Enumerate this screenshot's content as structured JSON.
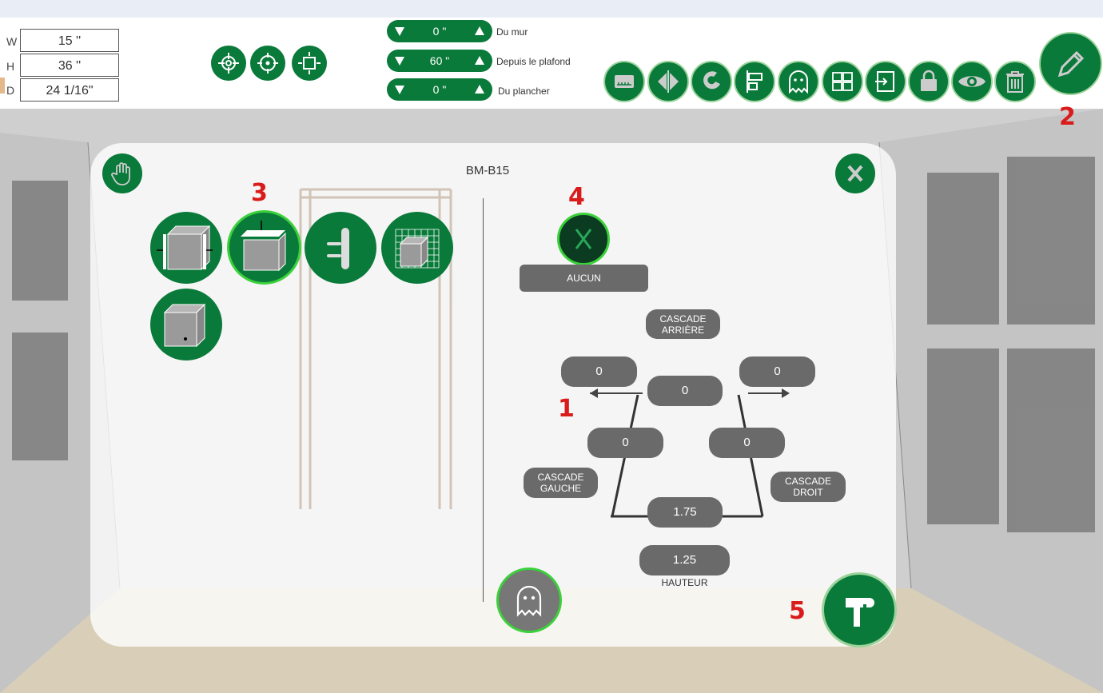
{
  "dimensions": {
    "w_label": "W",
    "w_value": "15 ''",
    "h_label": "H",
    "h_value": "36 ''",
    "d_label": "D",
    "d_value": "24 1/16\""
  },
  "position_controls": [
    {
      "value": "0 \"",
      "label": "Du mur"
    },
    {
      "value": "60 \"",
      "label": "Depuis le plafond"
    },
    {
      "value": "0 \"",
      "label": "Du plancher"
    }
  ],
  "toolbar_icons": [
    "measure-icon",
    "mirror-icon",
    "magnet-icon",
    "align-icon",
    "ghost-icon",
    "group-icon",
    "move-in-icon",
    "lock-icon",
    "eye-icon",
    "trash-icon",
    "pencil-icon"
  ],
  "panel": {
    "title": "BM-B15",
    "none_label": "AUCUN",
    "cascade_back": "CASCADE ARRIÈRE",
    "cascade_left": "CASCADE GAUCHE",
    "cascade_right": "CASCADE DROIT",
    "left_top": "0",
    "right_top": "0",
    "center_top": "0",
    "left_mid": "0",
    "right_mid": "0",
    "bottom_value": "1.75",
    "height_value": "1.25",
    "height_label": "HAUTEUR"
  },
  "annotations": [
    "1",
    "2",
    "3",
    "4",
    "5"
  ],
  "colors": {
    "accent": "#0a7a3a",
    "selected_ring": "#3bd13b",
    "pill": "#6a6a6a",
    "annotation": "#d91b1b"
  }
}
